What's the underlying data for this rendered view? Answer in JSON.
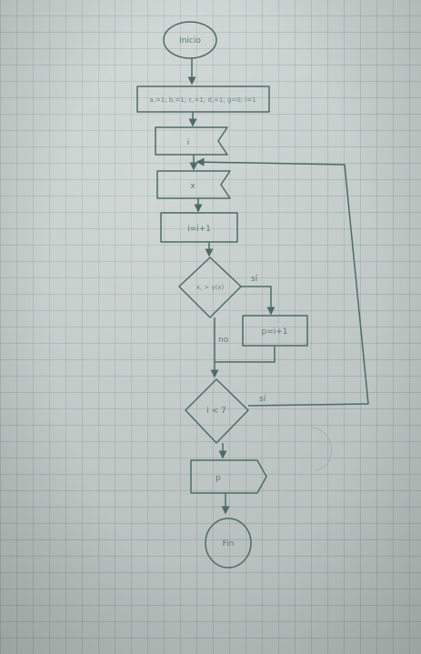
{
  "flowchart": {
    "start": "Inicio",
    "init_line": "a,=1; b,=1; c,=1; d,=1; g=0; i=1",
    "input_1": "i",
    "input_2": "x",
    "assign_1": "i=i+1",
    "decision_1": "x, > y(x)",
    "yes_branch_1": "sí",
    "no_branch_1": "no",
    "assign_2": "p=i+1",
    "decision_2": "i < 7",
    "yes_branch_2": "sí",
    "output": "p",
    "end": "Fin"
  },
  "colors": {
    "paper": "#c9d3d0",
    "ink": "#4f6b66"
  }
}
